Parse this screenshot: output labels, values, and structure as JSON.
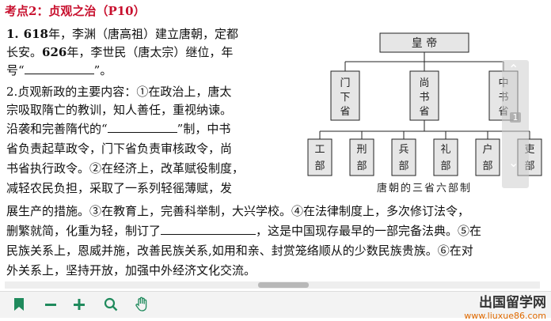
{
  "title": "考点2：贞观之治（P10）",
  "p1": {
    "num": "1.",
    "year1": "618",
    "t1": "年，李渊（唐高祖）建立唐朝，定都",
    "t2": "长安。",
    "year2": "626",
    "t3": "年，李世民（唐太宗）继位，年",
    "t4": "号“",
    "t5": "”。"
  },
  "p2": {
    "l1": "2.贞观新政的主要内容：①在政治上，唐太",
    "l2": "宗吸取隋亡的教训，知人善任，重视纳谏。",
    "l3a": "沿袭和完善隋代的“",
    "l3b": "”制，中书",
    "l4": "省负责起草政令，门下省负责审核政令，尚",
    "l5": "书省执行政令。②在经济上，改革赋役制度，",
    "l6": "减轻农民负担，采取了一系列轻徭薄赋，发",
    "l7": "展生产的措施。③在教育上，完善科举制，大兴学校。④在法律制度上，多次修订法令，",
    "l8a": "删繁就简，化重为轻，制订了",
    "l8b": "，这是中国现存最早的一部完备法典。⑤在",
    "l9a": "民族关系上，恩威并施，改善民族关系",
    "l9b": ",如用和亲、封赏笼络顺从的少数民族贵族。⑥在对",
    "l10": "外关系上，坚持开放，加强中外经济文化交流。"
  },
  "diagram": {
    "emperor": "皇 帝",
    "sheng": [
      [
        "门",
        "下",
        "省"
      ],
      [
        "尚",
        "书",
        "省"
      ],
      [
        "中",
        "书",
        "省"
      ]
    ],
    "bu": [
      [
        "工",
        "部"
      ],
      [
        "刑",
        "部"
      ],
      [
        "兵",
        "部"
      ],
      [
        "礼",
        "部"
      ],
      [
        "户",
        "部"
      ],
      [
        "吏",
        "部"
      ]
    ],
    "caption": "唐朝的三省六部制"
  },
  "sidebar": {
    "page_number": "1"
  },
  "watermark": {
    "name": "出国留学网",
    "url": "www.liuxue86.com"
  },
  "toolbar": {
    "bookmark": "bookmark-icon",
    "zoom_out": "minus-icon",
    "zoom_in": "plus-icon",
    "search": "search-icon",
    "hand": "hand-icon"
  }
}
